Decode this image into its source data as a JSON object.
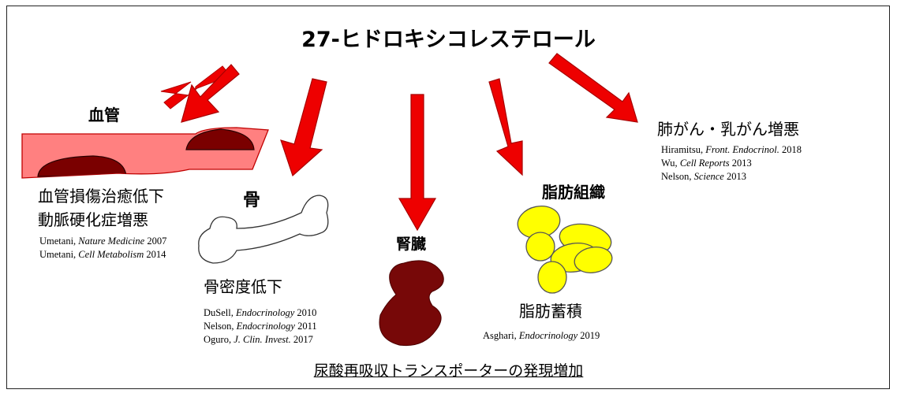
{
  "title": "27-ヒドロキシコレステロール",
  "colors": {
    "arrow": "#ee0000",
    "vessel": "#ff8080",
    "vessel_dark": "#7a0000",
    "kidney": "#770808",
    "fat": "#ffff00"
  },
  "organs": {
    "blood_vessel": {
      "label": "血管",
      "effects": [
        "血管損傷治癒低下",
        "動脈硬化症増悪"
      ],
      "refs": [
        {
          "author": "Umetani, ",
          "journal": "Nature Medicine",
          "year": " 2007"
        },
        {
          "author": "Umetani, ",
          "journal": "Cell Metabolism",
          "year": " 2014"
        }
      ]
    },
    "bone": {
      "label": "骨",
      "effect": "骨密度低下",
      "refs": [
        {
          "author": "DuSell, ",
          "journal": "Endocrinology",
          "year": " 2010"
        },
        {
          "author": "Nelson, ",
          "journal": "Endocrinology",
          "year": " 2011"
        },
        {
          "author": "Oguro, ",
          "journal": "J. Clin. Invest.",
          "year": " 2017"
        }
      ]
    },
    "kidney": {
      "label": "腎臓"
    },
    "adipose": {
      "label": "脂肪組織",
      "effect": "脂肪蓄積",
      "refs": [
        {
          "author": "Asghari, ",
          "journal": "Endocrinology",
          "year": " 2019"
        }
      ]
    },
    "cancer": {
      "effect": "肺がん・乳がん増悪",
      "refs": [
        {
          "author": "Hiramitsu, ",
          "journal": "Front. Endocrinol.",
          "year": " 2018"
        },
        {
          "author": "Wu, ",
          "journal": "Cell Reports",
          "year": " 2013"
        },
        {
          "author": "Nelson, ",
          "journal": "Science",
          "year": " 2013"
        }
      ]
    }
  },
  "footer": "尿酸再吸収トランスポーターの発現増加"
}
